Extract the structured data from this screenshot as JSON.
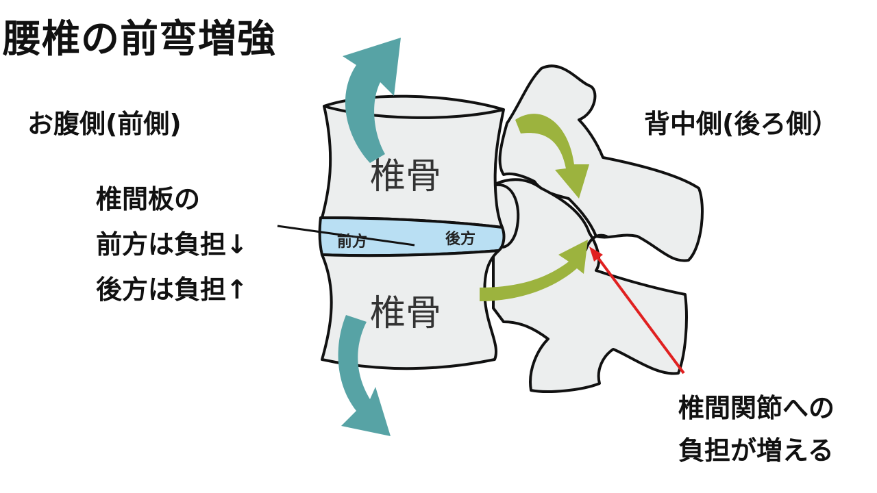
{
  "title": "腰椎の前弯増強",
  "labels": {
    "front_side": "お腹側(前側)",
    "back_side": "背中側(後ろ側）",
    "vertebra_upper": "椎骨",
    "vertebra_lower": "椎骨",
    "disc_front": "前方",
    "disc_back": "後方"
  },
  "disc_note": {
    "line1": "椎間板の",
    "line2": "前方は負担↓",
    "line3": "後方は負担↑"
  },
  "facet_note": {
    "line1": "椎間関節への",
    "line2": "負担が増える"
  },
  "colors": {
    "bone_fill": "#eceeee",
    "disc_fill": "#b9dff3",
    "teal_arrow": "#57a3a5",
    "green_arrow": "#9cb33e",
    "red_pointer": "#e02020",
    "outline": "#111111"
  }
}
